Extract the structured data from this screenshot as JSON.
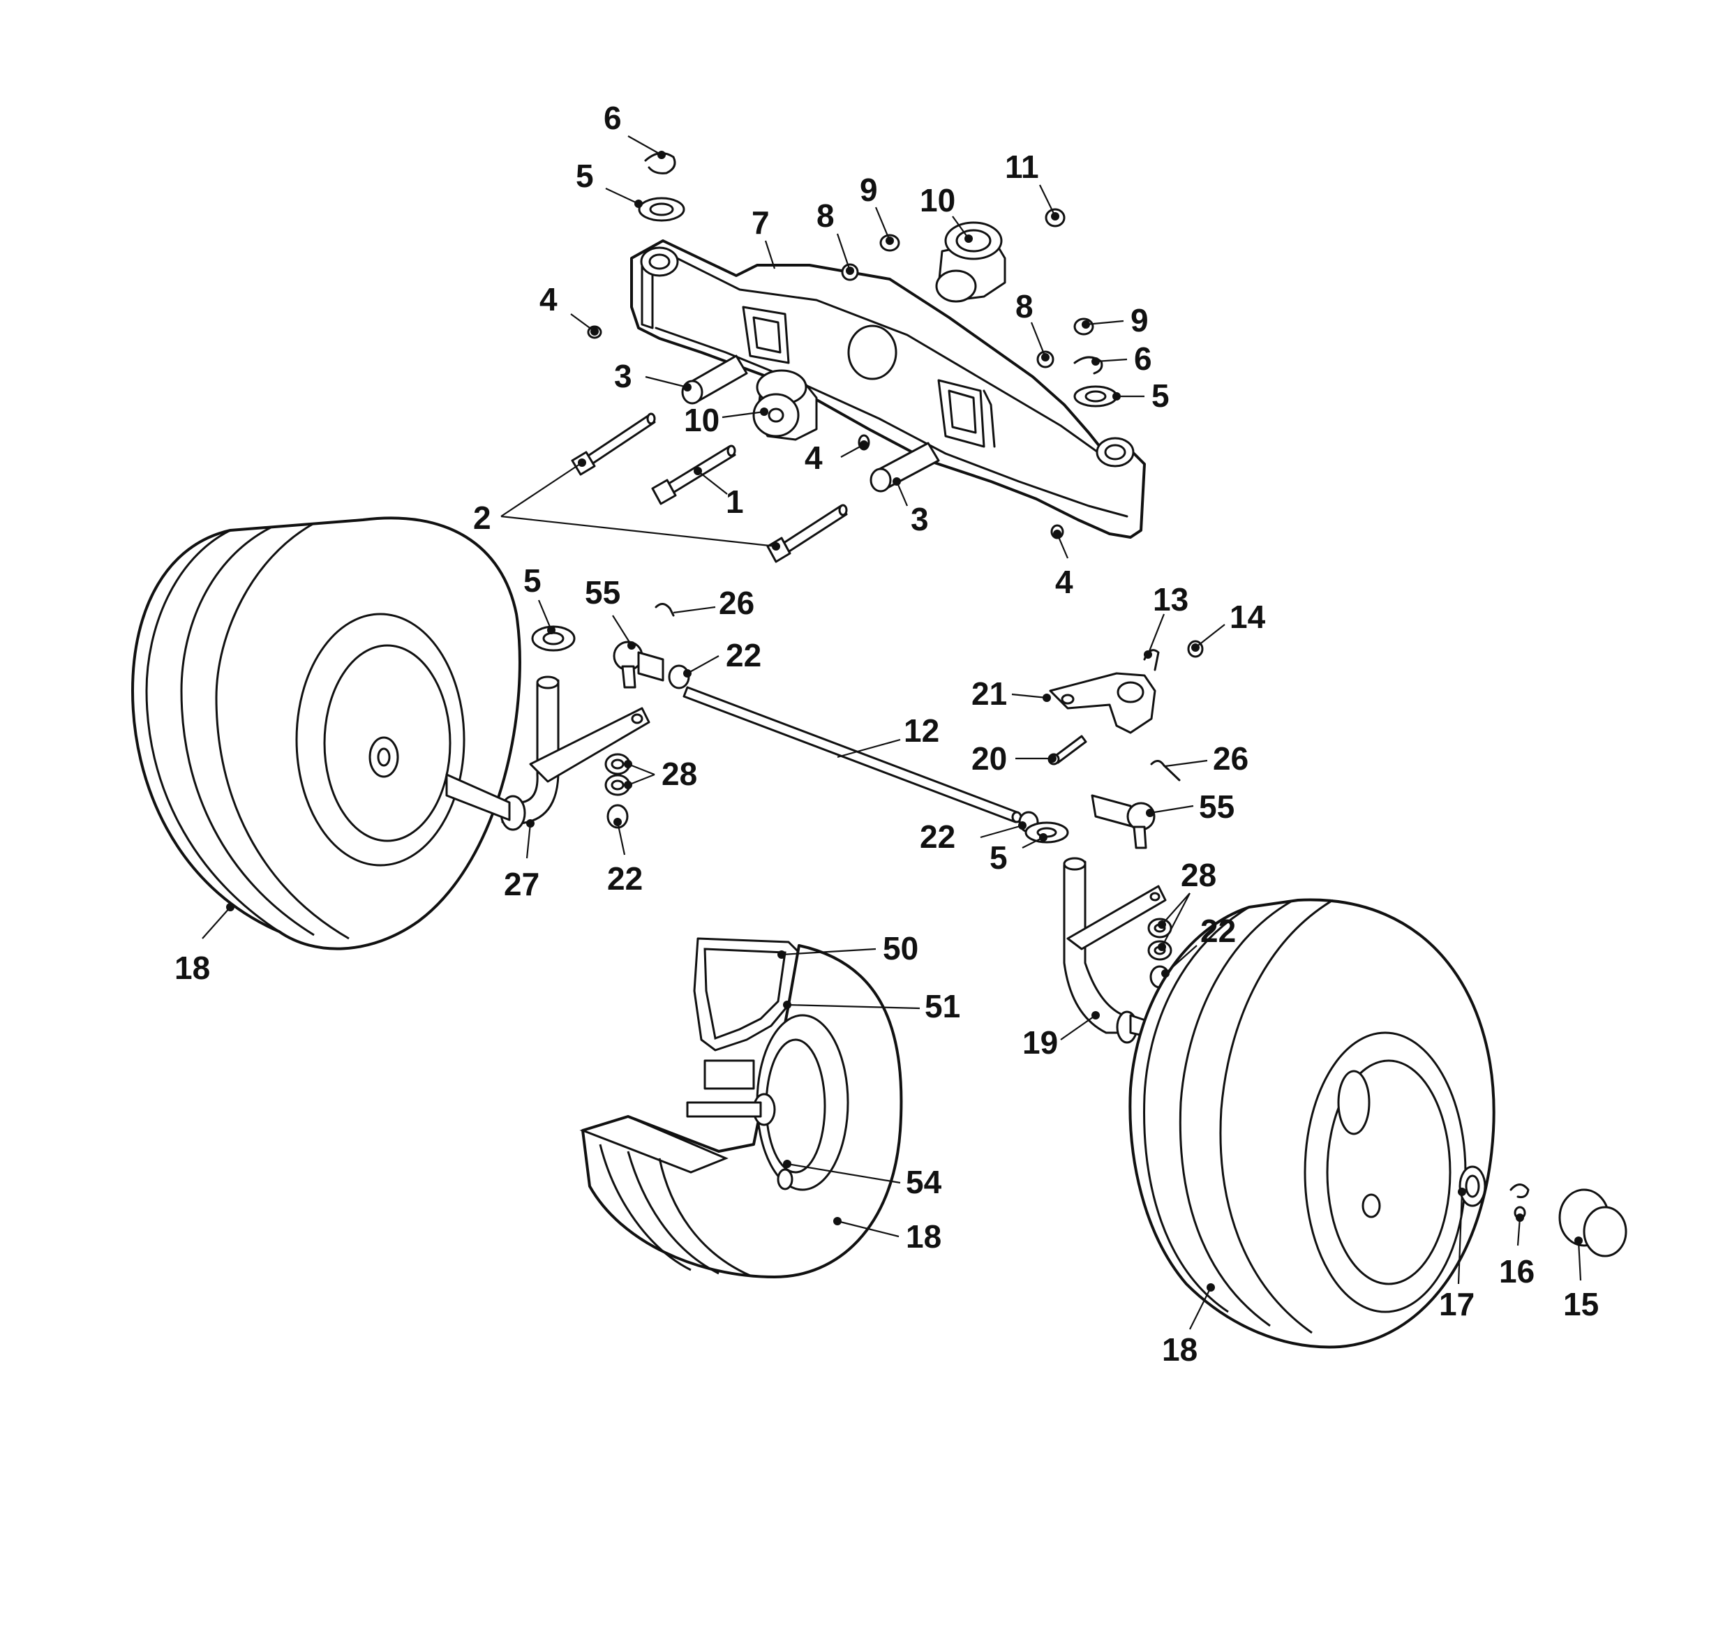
{
  "callouts": [
    {
      "n": "6"
    },
    {
      "n": "5"
    },
    {
      "n": "9"
    },
    {
      "n": "10"
    },
    {
      "n": "11"
    },
    {
      "n": "8"
    },
    {
      "n": "7"
    },
    {
      "n": "4"
    },
    {
      "n": "8"
    },
    {
      "n": "9"
    },
    {
      "n": "6"
    },
    {
      "n": "5"
    },
    {
      "n": "3"
    },
    {
      "n": "10"
    },
    {
      "n": "4"
    },
    {
      "n": "2"
    },
    {
      "n": "1"
    },
    {
      "n": "3"
    },
    {
      "n": "4"
    },
    {
      "n": "5"
    },
    {
      "n": "55"
    },
    {
      "n": "26"
    },
    {
      "n": "22"
    },
    {
      "n": "13"
    },
    {
      "n": "14"
    },
    {
      "n": "21"
    },
    {
      "n": "12"
    },
    {
      "n": "20"
    },
    {
      "n": "26"
    },
    {
      "n": "28"
    },
    {
      "n": "55"
    },
    {
      "n": "22"
    },
    {
      "n": "5"
    },
    {
      "n": "27"
    },
    {
      "n": "22"
    },
    {
      "n": "28"
    },
    {
      "n": "22"
    },
    {
      "n": "18"
    },
    {
      "n": "50"
    },
    {
      "n": "51"
    },
    {
      "n": "19"
    },
    {
      "n": "54"
    },
    {
      "n": "18"
    },
    {
      "n": "17"
    },
    {
      "n": "16"
    },
    {
      "n": "15"
    },
    {
      "n": "18"
    }
  ]
}
